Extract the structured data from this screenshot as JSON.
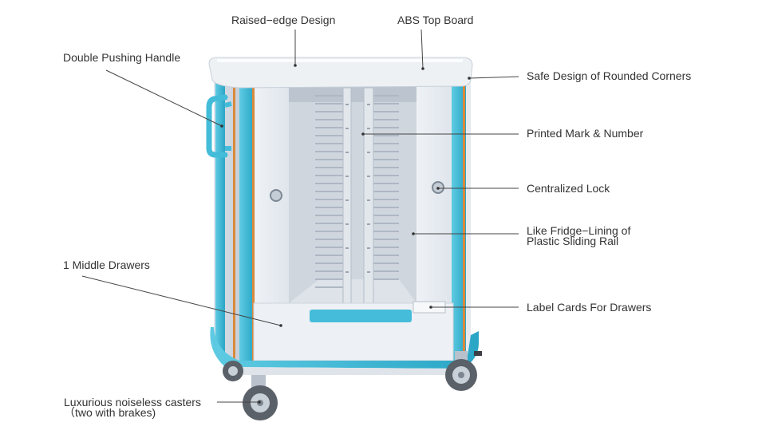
{
  "callouts": {
    "raised_edge": "Raised−edge Design",
    "abs_top": "ABS Top Board",
    "double_handle": "Double Pushing Handle",
    "safe_corners": "Safe Design of Rounded Corners",
    "printed_mark": "Printed Mark & Number",
    "central_lock": "Centralized Lock",
    "fridge_lining_line1": "Like Fridge−Lining of",
    "fridge_lining_line2": "Plastic Sliding Rail",
    "middle_drawers": "1 Middle Drawers",
    "label_cards": "Label Cards For Drawers",
    "casters_line1": "Luxurious noiseless casters",
    "casters_line2": "（two with brakes)"
  },
  "colors": {
    "accent_cyan": "#3fb8d6",
    "body_white": "#e9edf2",
    "leader_line": "#444444",
    "text": "#333333"
  }
}
